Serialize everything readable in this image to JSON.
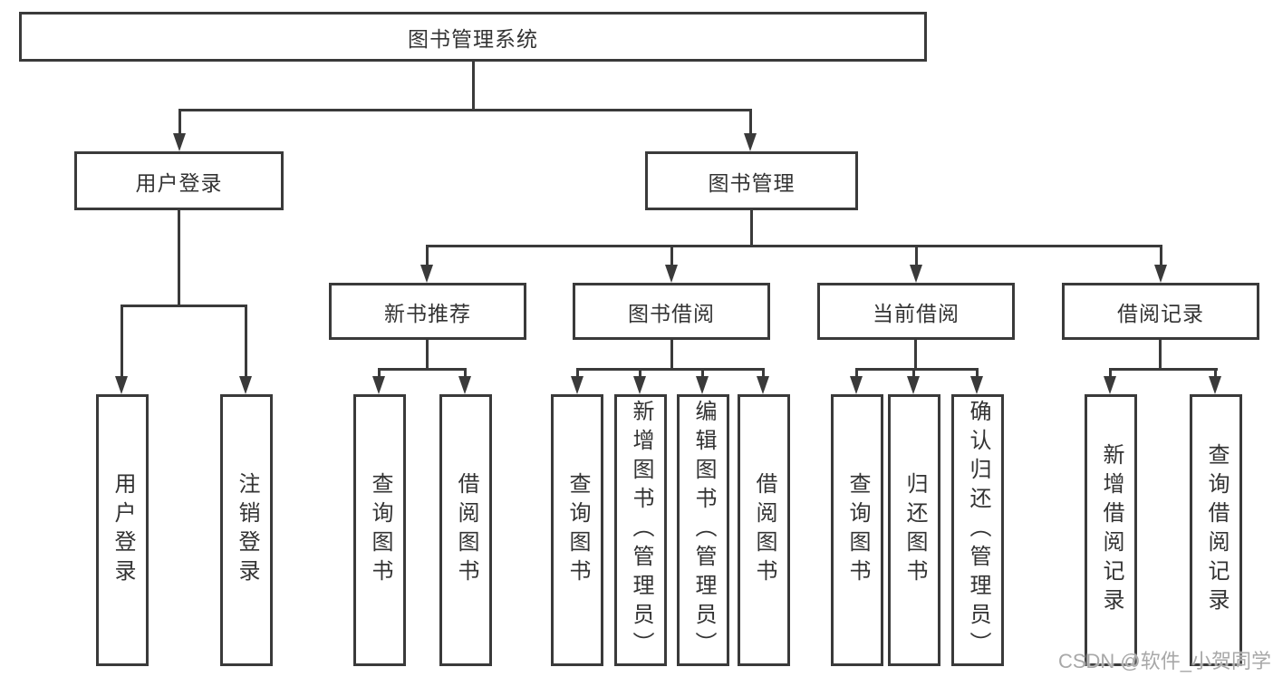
{
  "diagram": {
    "root": "图书管理系统",
    "level2": {
      "login": "用户登录",
      "manage": "图书管理"
    },
    "level3": {
      "recommend": "新书推荐",
      "borrow": "图书借阅",
      "current": "当前借阅",
      "records": "借阅记录"
    },
    "leaves": {
      "user_login": "用户登录",
      "logout": "注销登录",
      "rec_query_book": "查询图书",
      "rec_borrow_book": "借阅图书",
      "bor_query_book": "查询图书",
      "bor_add_book": "新增图书（管理员）",
      "bor_edit_book": "编辑图书（管理员）",
      "bor_borrow_book": "借阅图书",
      "cur_query_book": "查询图书",
      "cur_return_book": "归还图书",
      "cur_confirm_return": "确认归还（管理员）",
      "records_add_record": "新增借阅记录",
      "records_query_record": "查询借阅记录"
    },
    "watermark": "CSDN @软件_小贺同学",
    "colors": {
      "line": "#3a3a3a",
      "text": "#333333",
      "watermark": "#a8a8a8",
      "background": "#ffffff"
    }
  }
}
